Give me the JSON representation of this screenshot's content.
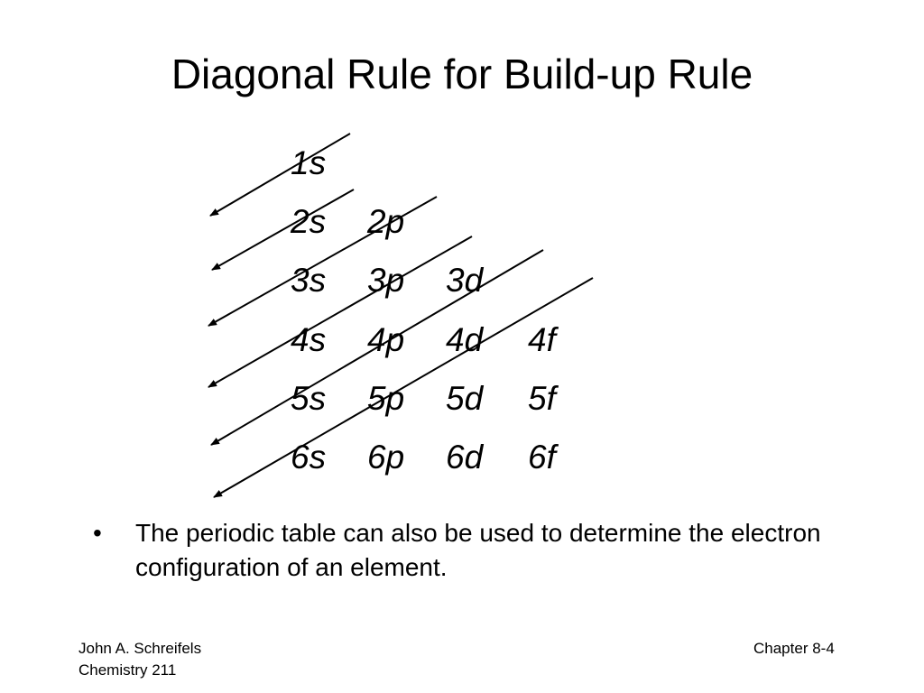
{
  "slide": {
    "title": "Diagonal Rule for Build-up Rule"
  },
  "orbitals": [
    [
      "1s"
    ],
    [
      "2s",
      "2p"
    ],
    [
      "3s",
      "3p",
      "3d"
    ],
    [
      "4s",
      "4p",
      "4d",
      "4f"
    ],
    [
      "5s",
      "5p",
      "5d",
      "5f"
    ],
    [
      "6s",
      "6p",
      "6d",
      "6f"
    ]
  ],
  "bullet": {
    "symbol": "•",
    "text": "The periodic table can also be used to determine the electron configuration of an element."
  },
  "footer": {
    "author": "John A. Schreifels",
    "course": "Chemistry 211",
    "chapter": "Chapter 8-4"
  }
}
